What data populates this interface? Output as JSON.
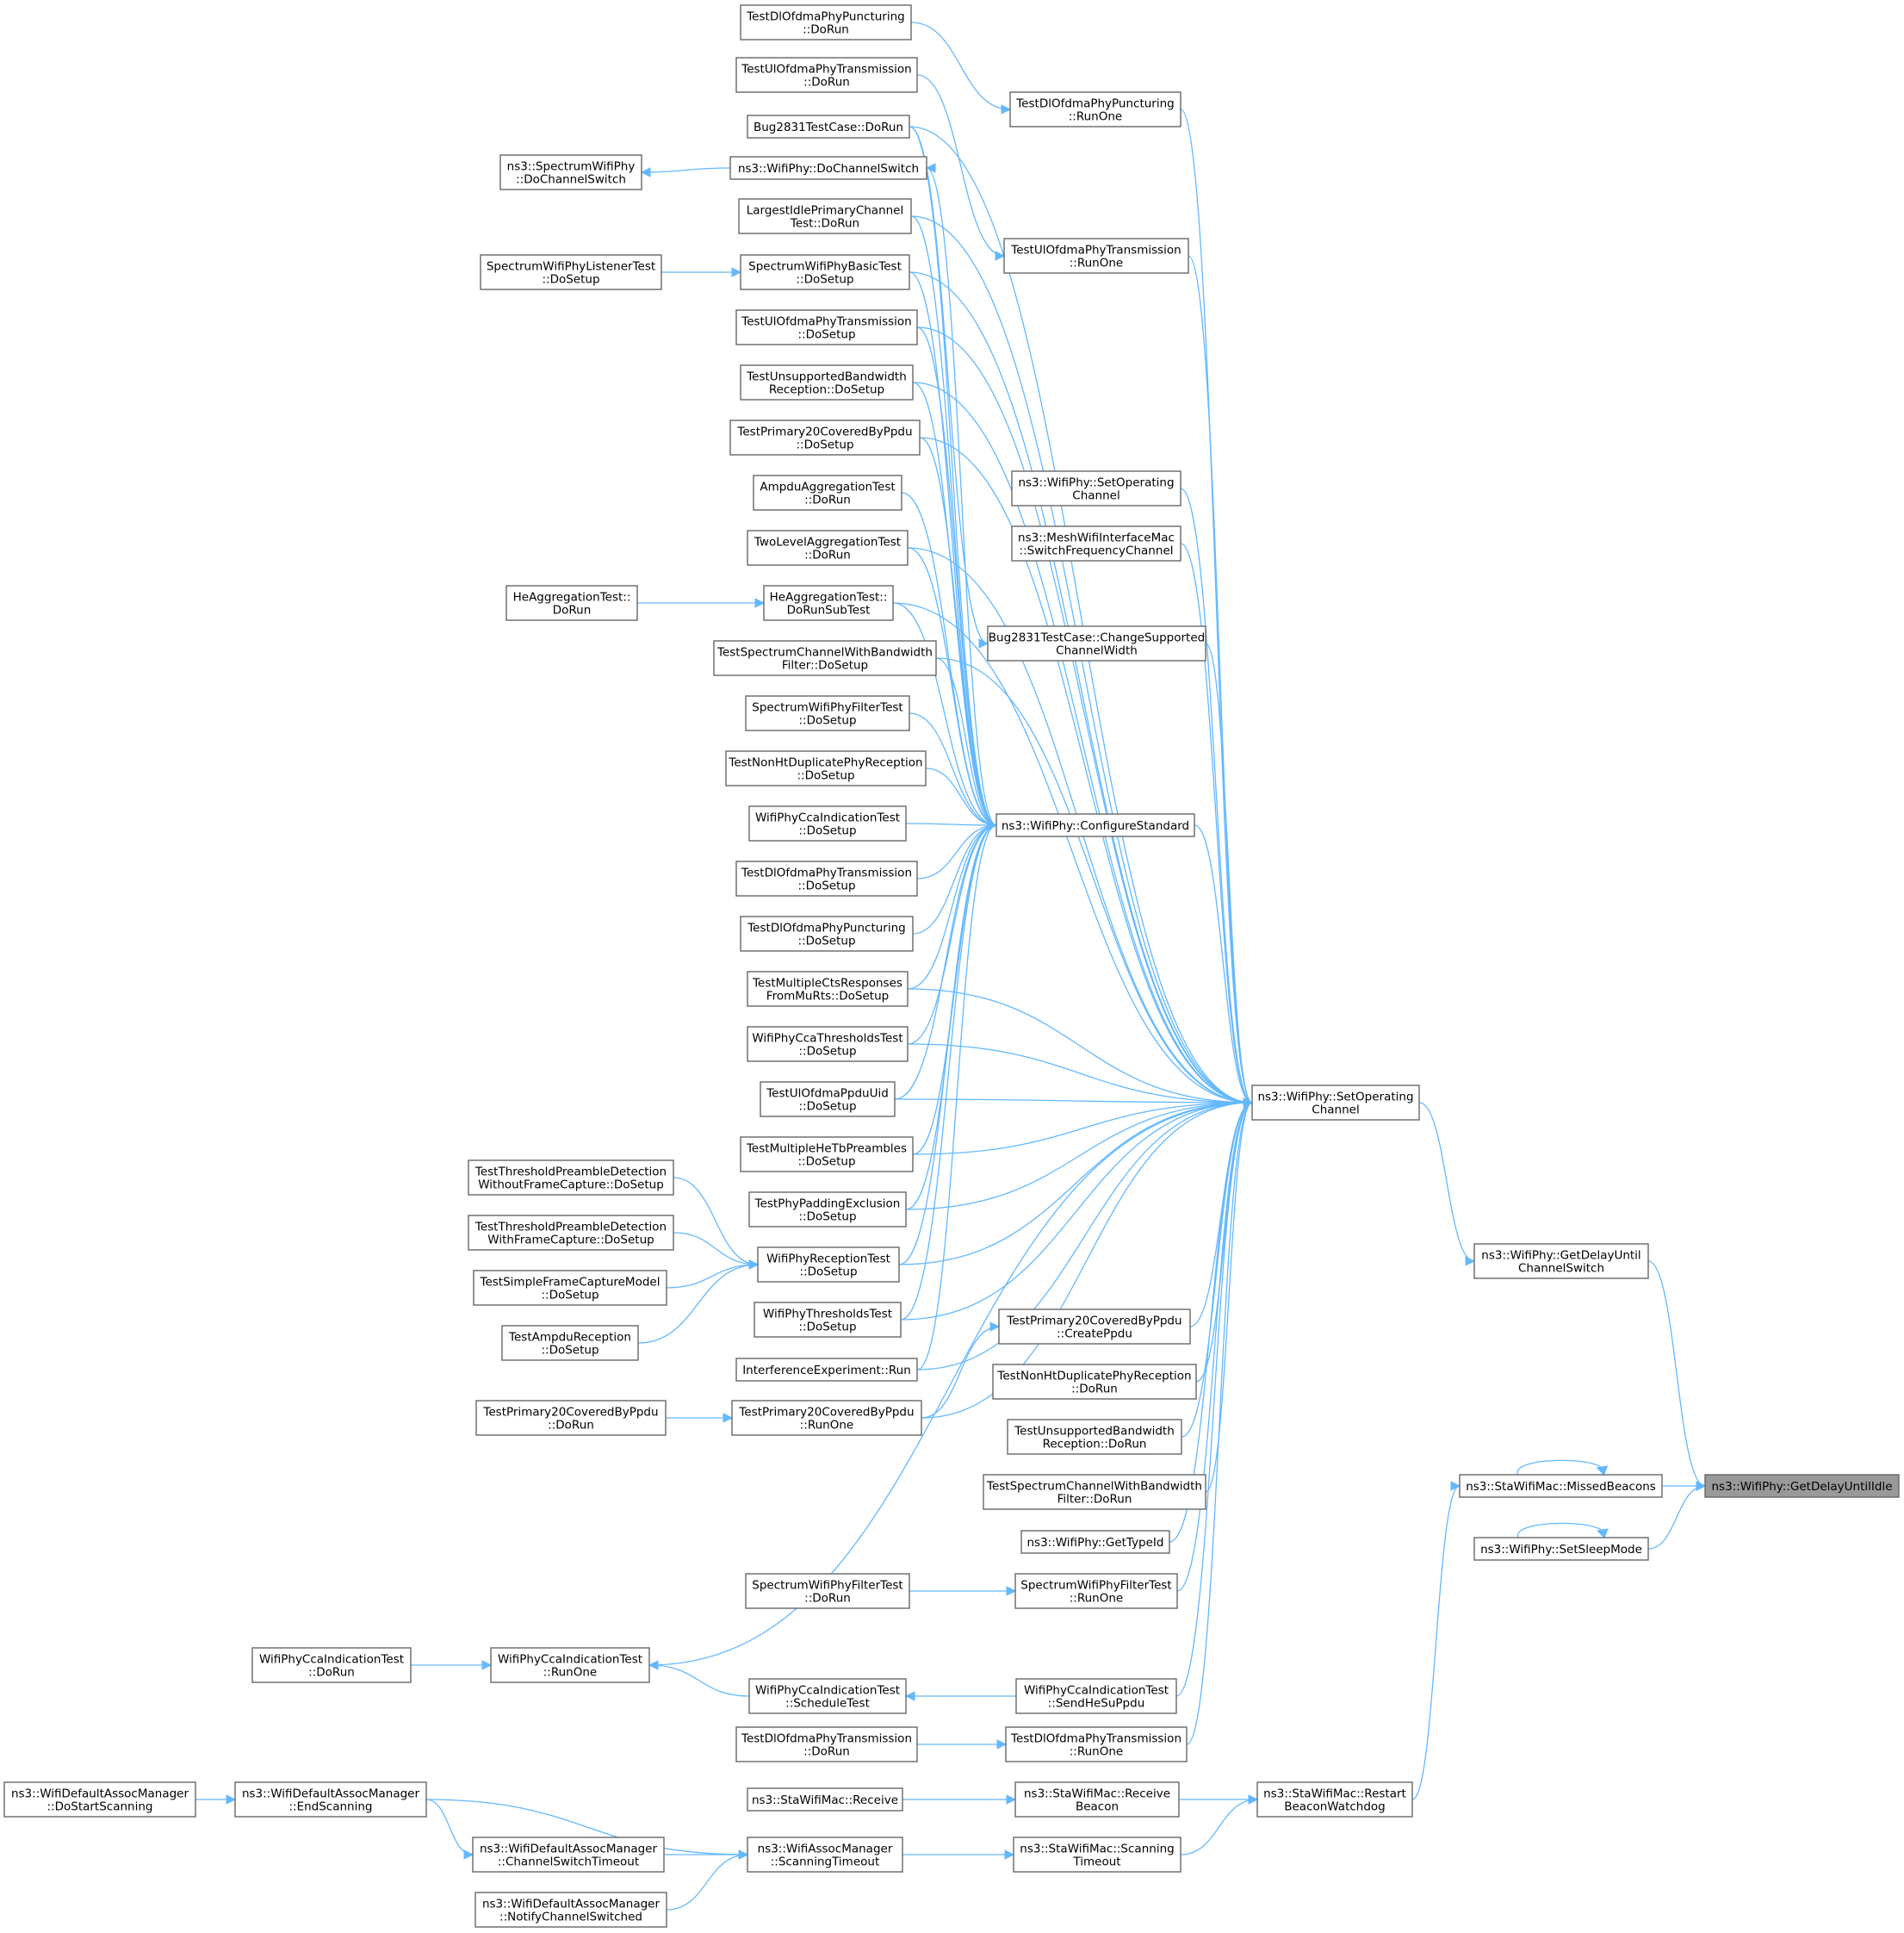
{
  "graph": {
    "nodes": [
      {
        "id": "target",
        "lines": [
          "ns3::WifiPhy::GetDelayUntilIdle"
        ],
        "focus": true
      },
      {
        "id": "missedBeacons",
        "lines": [
          "ns3::StaWifiMac::MissedBeacons"
        ]
      },
      {
        "id": "setSleepMode",
        "lines": [
          "ns3::WifiPhy::SetSleepMode"
        ]
      },
      {
        "id": "getDelayUntilCS",
        "lines": [
          "ns3::WifiPhy::GetDelayUntil",
          "ChannelSwitch"
        ]
      },
      {
        "id": "setOpChan",
        "lines": [
          "ns3::WifiPhy::SetOperating",
          "Channel"
        ]
      },
      {
        "id": "restartBeacon",
        "lines": [
          "ns3::StaWifiMac::Restart",
          "BeaconWatchdog"
        ]
      },
      {
        "id": "receiveBeacon",
        "lines": [
          "ns3::StaWifiMac::Receive",
          "Beacon"
        ]
      },
      {
        "id": "scanningTimeout",
        "lines": [
          "ns3::StaWifiMac::Scanning",
          "Timeout"
        ]
      },
      {
        "id": "staReceive",
        "lines": [
          "ns3::StaWifiMac::Receive"
        ]
      },
      {
        "id": "assocScanTimeout",
        "lines": [
          "ns3::WifiAssocManager",
          "::ScanningTimeout"
        ]
      },
      {
        "id": "endScanning",
        "lines": [
          "ns3::WifiDefaultAssocManager",
          "::EndScanning"
        ]
      },
      {
        "id": "csTimeout",
        "lines": [
          "ns3::WifiDefaultAssocManager",
          "::ChannelSwitchTimeout"
        ]
      },
      {
        "id": "notifyCS",
        "lines": [
          "ns3::WifiDefaultAssocManager",
          "::NotifyChannelSwitched"
        ]
      },
      {
        "id": "doStartScanning",
        "lines": [
          "ns3::WifiDefaultAssocManager",
          "::DoStartScanning"
        ]
      },
      {
        "id": "tDlPunctRunOne",
        "lines": [
          "TestDlOfdmaPhyPuncturing",
          "::RunOne"
        ]
      },
      {
        "id": "tDlPunctDoRun",
        "lines": [
          "TestDlOfdmaPhyPuncturing",
          "::DoRun"
        ]
      },
      {
        "id": "tUlTransRunOne",
        "lines": [
          "TestUlOfdmaPhyTransmission",
          "::RunOne"
        ]
      },
      {
        "id": "tUlTransDoRun",
        "lines": [
          "TestUlOfdmaPhyTransmission",
          "::DoRun"
        ]
      },
      {
        "id": "setOpChan2",
        "lines": [
          "ns3::WifiPhy::SetOperating",
          "Channel"
        ]
      },
      {
        "id": "meshSwitch",
        "lines": [
          "ns3::MeshWifiInterfaceMac",
          "::SwitchFrequencyChannel"
        ]
      },
      {
        "id": "bugChange",
        "lines": [
          "Bug2831TestCase::ChangeSupported",
          "ChannelWidth"
        ]
      },
      {
        "id": "configStd",
        "lines": [
          "ns3::WifiPhy::ConfigureStandard"
        ]
      },
      {
        "id": "bugDoRun",
        "lines": [
          "Bug2831TestCase::DoRun"
        ]
      },
      {
        "id": "doChanSwitch",
        "lines": [
          "ns3::WifiPhy::DoChannelSwitch"
        ]
      },
      {
        "id": "specDoChanSwitch",
        "lines": [
          "ns3::SpectrumWifiPhy",
          "::DoChannelSwitch"
        ]
      },
      {
        "id": "largestIdle",
        "lines": [
          "LargestIdlePrimaryChannel",
          "Test::DoRun"
        ]
      },
      {
        "id": "specBasicSetup",
        "lines": [
          "SpectrumWifiPhyBasicTest",
          "::DoSetup"
        ]
      },
      {
        "id": "specListenerSetup",
        "lines": [
          "SpectrumWifiPhyListenerTest",
          "::DoSetup"
        ]
      },
      {
        "id": "tUlTransSetup",
        "lines": [
          "TestUlOfdmaPhyTransmission",
          "::DoSetup"
        ]
      },
      {
        "id": "tUnsupBwSetup",
        "lines": [
          "TestUnsupportedBandwidth",
          "Reception::DoSetup"
        ]
      },
      {
        "id": "tP20Setup",
        "lines": [
          "TestPrimary20CoveredByPpdu",
          "::DoSetup"
        ]
      },
      {
        "id": "ampduAgg",
        "lines": [
          "AmpduAggregationTest",
          "::DoRun"
        ]
      },
      {
        "id": "twoLevelAgg",
        "lines": [
          "TwoLevelAggregationTest",
          "::DoRun"
        ]
      },
      {
        "id": "heAggSub",
        "lines": [
          "HeAggregationTest::",
          "DoRunSubTest"
        ]
      },
      {
        "id": "heAggDoRun",
        "lines": [
          "HeAggregationTest::",
          "DoRun"
        ]
      },
      {
        "id": "tSpecChanBwSetup",
        "lines": [
          "TestSpectrumChannelWithBandwidth",
          "Filter::DoSetup"
        ]
      },
      {
        "id": "specFilterSetup",
        "lines": [
          "SpectrumWifiPhyFilterTest",
          "::DoSetup"
        ]
      },
      {
        "id": "tNonHtSetup",
        "lines": [
          "TestNonHtDuplicatePhyReception",
          "::DoSetup"
        ]
      },
      {
        "id": "ccaIndSetup",
        "lines": [
          "WifiPhyCcaIndicationTest",
          "::DoSetup"
        ]
      },
      {
        "id": "tDlTransSetup",
        "lines": [
          "TestDlOfdmaPhyTransmission",
          "::DoSetup"
        ]
      },
      {
        "id": "tDlPunctSetup",
        "lines": [
          "TestDlOfdmaPhyPuncturing",
          "::DoSetup"
        ]
      },
      {
        "id": "tMultiCtsSetup",
        "lines": [
          "TestMultipleCtsResponses",
          "FromMuRts::DoSetup"
        ]
      },
      {
        "id": "ccaThreshSetup",
        "lines": [
          "WifiPhyCcaThresholdsTest",
          "::DoSetup"
        ]
      },
      {
        "id": "tUlPpduUidSetup",
        "lines": [
          "TestUlOfdmaPpduUid",
          "::DoSetup"
        ]
      },
      {
        "id": "tMultiHeTbSetup",
        "lines": [
          "TestMultipleHeTbPreambles",
          "::DoSetup"
        ]
      },
      {
        "id": "tPhyPaddingSetup",
        "lines": [
          "TestPhyPaddingExclusion",
          "::DoSetup"
        ]
      },
      {
        "id": "receptionSetup",
        "lines": [
          "WifiPhyReceptionTest",
          "::DoSetup"
        ]
      },
      {
        "id": "threshSetup",
        "lines": [
          "WifiPhyThresholdsTest",
          "::DoSetup"
        ]
      },
      {
        "id": "interfRun",
        "lines": [
          "InterferenceExperiment::Run"
        ]
      },
      {
        "id": "tP20RunOne",
        "lines": [
          "TestPrimary20CoveredByPpdu",
          "::RunOne"
        ]
      },
      {
        "id": "tP20DoRun",
        "lines": [
          "TestPrimary20CoveredByPpdu",
          "::DoRun"
        ]
      },
      {
        "id": "tThreshNoCap",
        "lines": [
          "TestThresholdPreambleDetection",
          "WithoutFrameCapture::DoSetup"
        ]
      },
      {
        "id": "tThreshCap",
        "lines": [
          "TestThresholdPreambleDetection",
          "WithFrameCapture::DoSetup"
        ]
      },
      {
        "id": "tSimpleCap",
        "lines": [
          "TestSimpleFrameCaptureModel",
          "::DoSetup"
        ]
      },
      {
        "id": "tAmpduRecep",
        "lines": [
          "TestAmpduReception",
          "::DoSetup"
        ]
      },
      {
        "id": "tP20CreatePpdu",
        "lines": [
          "TestPrimary20CoveredByPpdu",
          "::CreatePpdu"
        ]
      },
      {
        "id": "tNonHtDoRun",
        "lines": [
          "TestNonHtDuplicatePhyReception",
          "::DoRun"
        ]
      },
      {
        "id": "tUnsupBwDoRun",
        "lines": [
          "TestUnsupportedBandwidth",
          "Reception::DoRun"
        ]
      },
      {
        "id": "tSpecChanBwDoRun",
        "lines": [
          "TestSpectrumChannelWithBandwidth",
          "Filter::DoRun"
        ]
      },
      {
        "id": "getTypeId",
        "lines": [
          "ns3::WifiPhy::GetTypeId"
        ]
      },
      {
        "id": "specFilterRunOne",
        "lines": [
          "SpectrumWifiPhyFilterTest",
          "::RunOne"
        ]
      },
      {
        "id": "specFilterDoRun",
        "lines": [
          "SpectrumWifiPhyFilterTest",
          "::DoRun"
        ]
      },
      {
        "id": "ccaIndRunOne",
        "lines": [
          "WifiPhyCcaIndicationTest",
          "::RunOne"
        ]
      },
      {
        "id": "ccaIndDoRun",
        "lines": [
          "WifiPhyCcaIndicationTest",
          "::DoRun"
        ]
      },
      {
        "id": "ccaIndSched",
        "lines": [
          "WifiPhyCcaIndicationTest",
          "::ScheduleTest"
        ]
      },
      {
        "id": "ccaIndSendHeSu",
        "lines": [
          "WifiPhyCcaIndicationTest",
          "::SendHeSuPpdu"
        ]
      },
      {
        "id": "tDlTransRunOne",
        "lines": [
          "TestDlOfdmaPhyTransmission",
          "::RunOne"
        ]
      },
      {
        "id": "tDlTransDoRun",
        "lines": [
          "TestDlOfdmaPhyTransmission",
          "::DoRun"
        ]
      }
    ],
    "edges": [
      {
        "from": "getDelayUntilCS",
        "to": "target"
      },
      {
        "from": "missedBeacons",
        "to": "target"
      },
      {
        "from": "setSleepMode",
        "to": "target"
      },
      {
        "from": "missedBeacons",
        "to": "missedBeacons"
      },
      {
        "from": "setSleepMode",
        "to": "setSleepMode"
      },
      {
        "from": "setOpChan",
        "to": "getDelayUntilCS"
      },
      {
        "from": "restartBeacon",
        "to": "missedBeacons"
      },
      {
        "from": "receiveBeacon",
        "to": "restartBeacon"
      },
      {
        "from": "scanningTimeout",
        "to": "restartBeacon"
      },
      {
        "from": "staReceive",
        "to": "receiveBeacon"
      },
      {
        "from": "assocScanTimeout",
        "to": "scanningTimeout"
      },
      {
        "from": "endScanning",
        "to": "assocScanTimeout"
      },
      {
        "from": "csTimeout",
        "to": "assocScanTimeout"
      },
      {
        "from": "notifyCS",
        "to": "assocScanTimeout"
      },
      {
        "from": "doStartScanning",
        "to": "endScanning"
      },
      {
        "from": "endScanning",
        "to": "csTimeout"
      },
      {
        "from": "tDlPunctRunOne",
        "to": "setOpChan"
      },
      {
        "from": "tUlTransRunOne",
        "to": "setOpChan"
      },
      {
        "from": "setOpChan2",
        "to": "setOpChan"
      },
      {
        "from": "meshSwitch",
        "to": "setOpChan"
      },
      {
        "from": "bugChange",
        "to": "setOpChan"
      },
      {
        "from": "configStd",
        "to": "setOpChan"
      },
      {
        "from": "tDlPunctDoRun",
        "to": "tDlPunctRunOne"
      },
      {
        "from": "tUlTransDoRun",
        "to": "tUlTransRunOne"
      },
      {
        "from": "bugDoRun",
        "to": "bugChange"
      },
      {
        "from": "bugDoRun",
        "to": "setOpChan"
      },
      {
        "from": "doChanSwitch",
        "to": "specDoChanSwitch"
      },
      {
        "from": "configStd",
        "to": "doChanSwitch"
      },
      {
        "from": "specListenerSetup",
        "to": "specBasicSetup"
      },
      {
        "from": "heAggDoRun",
        "to": "heAggSub"
      },
      {
        "from": "bugDoRun",
        "to": "configStd"
      },
      {
        "from": "largestIdle",
        "to": "configStd"
      },
      {
        "from": "specBasicSetup",
        "to": "configStd"
      },
      {
        "from": "tUlTransSetup",
        "to": "configStd"
      },
      {
        "from": "tUnsupBwSetup",
        "to": "configStd"
      },
      {
        "from": "tP20Setup",
        "to": "configStd"
      },
      {
        "from": "ampduAgg",
        "to": "configStd"
      },
      {
        "from": "twoLevelAgg",
        "to": "configStd"
      },
      {
        "from": "heAggSub",
        "to": "configStd"
      },
      {
        "from": "tSpecChanBwSetup",
        "to": "configStd"
      },
      {
        "from": "specFilterSetup",
        "to": "configStd"
      },
      {
        "from": "tNonHtSetup",
        "to": "configStd"
      },
      {
        "from": "ccaIndSetup",
        "to": "configStd"
      },
      {
        "from": "tDlTransSetup",
        "to": "configStd"
      },
      {
        "from": "tDlPunctSetup",
        "to": "configStd"
      },
      {
        "from": "tMultiCtsSetup",
        "to": "configStd"
      },
      {
        "from": "ccaThreshSetup",
        "to": "configStd"
      },
      {
        "from": "tUlPpduUidSetup",
        "to": "configStd"
      },
      {
        "from": "tMultiHeTbSetup",
        "to": "configStd"
      },
      {
        "from": "tPhyPaddingSetup",
        "to": "configStd"
      },
      {
        "from": "receptionSetup",
        "to": "configStd"
      },
      {
        "from": "threshSetup",
        "to": "configStd"
      },
      {
        "from": "interfRun",
        "to": "configStd"
      },
      {
        "from": "largestIdle",
        "to": "setOpChan"
      },
      {
        "from": "tUlTransSetup",
        "to": "setOpChan"
      },
      {
        "from": "tUnsupBwSetup",
        "to": "setOpChan"
      },
      {
        "from": "tP20Setup",
        "to": "setOpChan"
      },
      {
        "from": "specBasicSetup",
        "to": "setOpChan"
      },
      {
        "from": "twoLevelAgg",
        "to": "setOpChan"
      },
      {
        "from": "heAggSub",
        "to": "setOpChan"
      },
      {
        "from": "tSpecChanBwSetup",
        "to": "setOpChan"
      },
      {
        "from": "tMultiCtsSetup",
        "to": "setOpChan"
      },
      {
        "from": "ccaThreshSetup",
        "to": "setOpChan"
      },
      {
        "from": "tUlPpduUidSetup",
        "to": "setOpChan"
      },
      {
        "from": "tMultiHeTbSetup",
        "to": "setOpChan"
      },
      {
        "from": "tPhyPaddingSetup",
        "to": "setOpChan"
      },
      {
        "from": "receptionSetup",
        "to": "setOpChan"
      },
      {
        "from": "threshSetup",
        "to": "setOpChan"
      },
      {
        "from": "interfRun",
        "to": "setOpChan"
      },
      {
        "from": "tP20RunOne",
        "to": "setOpChan"
      },
      {
        "from": "tThreshNoCap",
        "to": "receptionSetup"
      },
      {
        "from": "tThreshCap",
        "to": "receptionSetup"
      },
      {
        "from": "tSimpleCap",
        "to": "receptionSetup"
      },
      {
        "from": "tAmpduRecep",
        "to": "receptionSetup"
      },
      {
        "from": "tP20DoRun",
        "to": "tP20RunOne"
      },
      {
        "from": "tP20RunOne",
        "to": "tP20CreatePpdu"
      },
      {
        "from": "tP20CreatePpdu",
        "to": "setOpChan"
      },
      {
        "from": "tNonHtDoRun",
        "to": "setOpChan"
      },
      {
        "from": "tUnsupBwDoRun",
        "to": "setOpChan"
      },
      {
        "from": "tSpecChanBwDoRun",
        "to": "setOpChan"
      },
      {
        "from": "getTypeId",
        "to": "setOpChan"
      },
      {
        "from": "specFilterRunOne",
        "to": "setOpChan"
      },
      {
        "from": "specFilterDoRun",
        "to": "specFilterRunOne"
      },
      {
        "from": "ccaIndRunOne",
        "to": "setOpChan"
      },
      {
        "from": "ccaIndDoRun",
        "to": "ccaIndRunOne"
      },
      {
        "from": "ccaIndSched",
        "to": "ccaIndRunOne"
      },
      {
        "from": "ccaIndSendHeSu",
        "to": "ccaIndSched"
      },
      {
        "from": "ccaIndSendHeSu",
        "to": "setOpChan"
      },
      {
        "from": "tDlTransRunOne",
        "to": "setOpChan"
      },
      {
        "from": "tDlTransDoRun",
        "to": "tDlTransRunOne"
      }
    ]
  }
}
